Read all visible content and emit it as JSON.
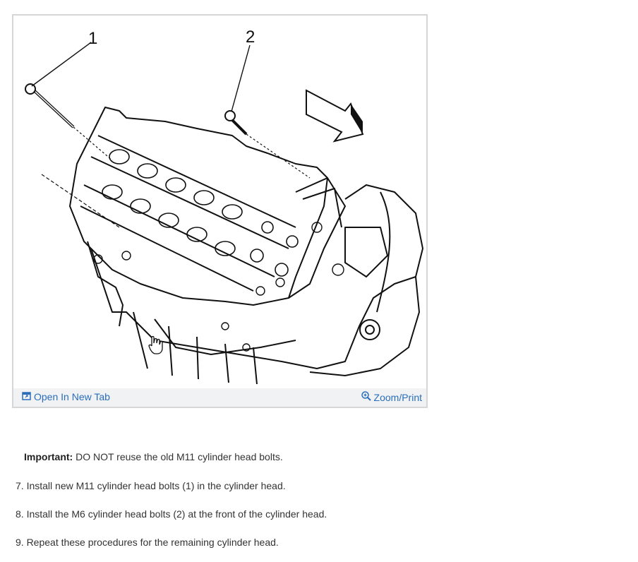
{
  "figure": {
    "callouts": [
      "1",
      "2"
    ],
    "open_tab_label": "Open In New Tab",
    "zoom_label": "Zoom/Print",
    "link_color": "#2a6ebb",
    "icons": [
      "external-window-icon",
      "magnifier-plus-icon",
      "hand-cursor-icon",
      "direction-arrow-icon"
    ]
  },
  "content": {
    "important_label": "Important:",
    "important_text": " DO NOT reuse the old M11 cylinder head bolts.",
    "steps": [
      "7. Install new M11 cylinder head bolts (1) in the cylinder head.",
      "8. Install the M6 cylinder head bolts (2) at the front of the cylinder head.",
      "9. Repeat these procedures for the remaining cylinder head."
    ]
  }
}
